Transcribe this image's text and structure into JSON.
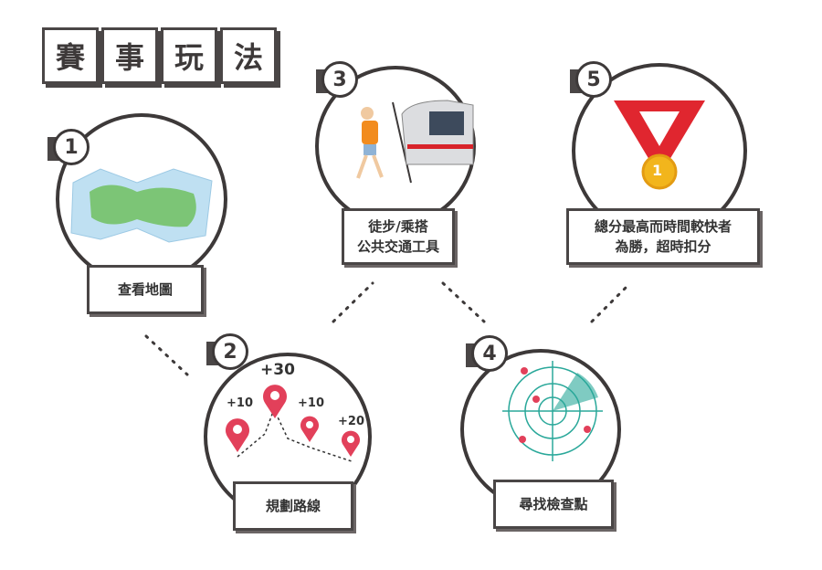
{
  "title": {
    "chars": [
      "賽",
      "事",
      "玩",
      "法"
    ]
  },
  "steps": [
    {
      "number": "1",
      "label": "查看地圖"
    },
    {
      "number": "2",
      "label": "規劃路線",
      "points": [
        "+10",
        "+30",
        "+10",
        "+20"
      ]
    },
    {
      "number": "3",
      "label_lines": [
        "徒步/乘搭",
        "公共交通工具"
      ]
    },
    {
      "number": "4",
      "label": "尋找檢查點"
    },
    {
      "number": "5",
      "label_lines": [
        "總分最高而時間較快者",
        "為勝，超時扣分"
      ],
      "medal": "1"
    }
  ],
  "colors": {
    "dark": "#3d3939",
    "pin": "#e2405a",
    "teal": "#2aa89a",
    "map_green": "#7cc576",
    "map_blue": "#bfe0f2",
    "medal_red": "#e0262f",
    "medal_gold": "#f2b51c"
  }
}
